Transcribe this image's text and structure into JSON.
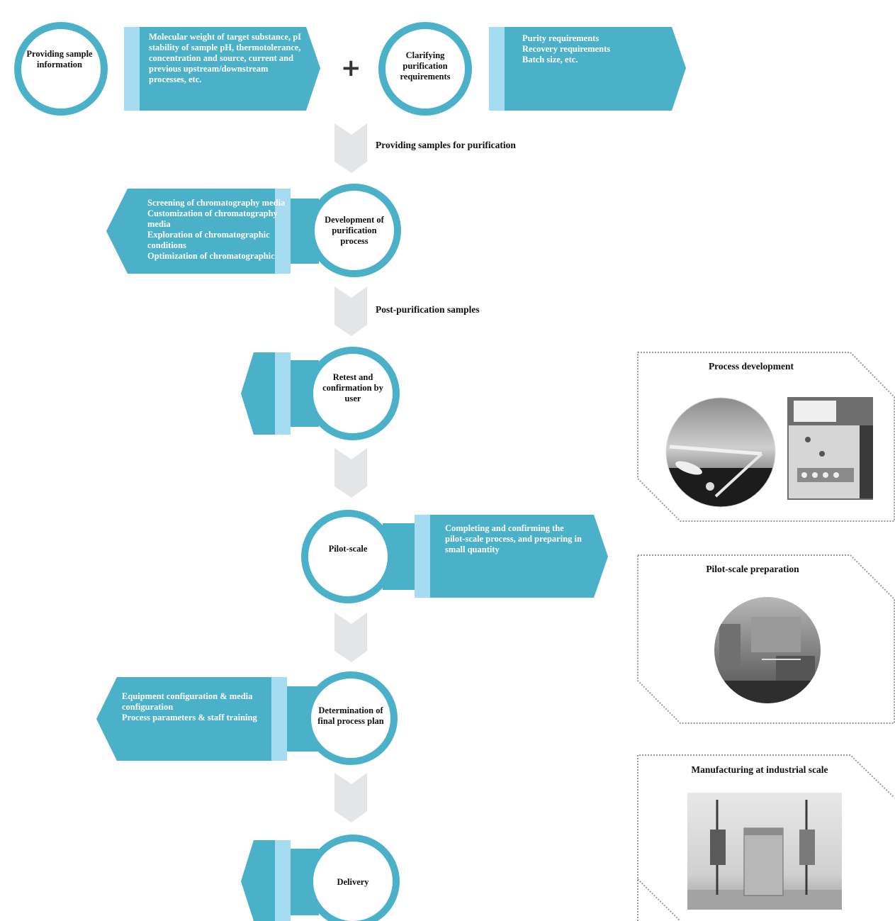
{
  "colors": {
    "teal": "#4bb1c9",
    "light_blue": "#a6dcf2",
    "arrow_gray": "#e3e5e7",
    "ring": "#4bb1c9"
  },
  "steps": {
    "sample_info": {
      "circle": "Providing sample information",
      "details": [
        "Molecular weight of target substance, pI",
        "stability of sample pH, thermotolerance, concentration and source, current and previous upstream/downstream processes, etc."
      ]
    },
    "plus": "+",
    "purification_req": {
      "circle": "Clarifying purification requirements",
      "details": [
        "Purity requirements",
        "Recovery requirements",
        "Batch size, etc."
      ]
    },
    "arrow1_label": "Providing samples for purification",
    "development": {
      "circle": "Development of purification process",
      "details": [
        "Screening of chromatography media",
        "Customization of chromatography media",
        "Exploration of chromatographic conditions",
        "Optimization of chromatographic"
      ]
    },
    "arrow2_label": "Post-purification samples",
    "retest": {
      "circle": "Retest and confirmation by user"
    },
    "pilot": {
      "circle": "Pilot-scale",
      "details": "Completing and confirming the pilot-scale process, and preparing in small quantity"
    },
    "final_plan": {
      "circle": "Determination of final process plan",
      "details": [
        "Equipment configuration & media configuration",
        "Process parameters & staff training"
      ]
    },
    "delivery": {
      "circle": "Delivery"
    }
  },
  "panels": {
    "process_development": "Process development",
    "pilot_prep": "Pilot-scale preparation",
    "industrial": "Manufacturing at industrial scale"
  },
  "icons": [
    "down-arrow-icon",
    "plus-icon",
    "photo-chromatography-column",
    "photo-control-panel",
    "photo-pilot-equipment",
    "photo-industrial-equipment"
  ]
}
